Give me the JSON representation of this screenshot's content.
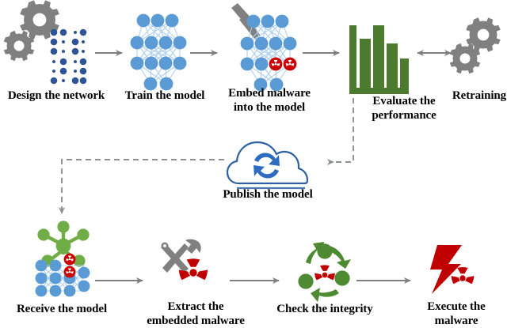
{
  "diagram": {
    "title": "Neural network malware embedding attack pipeline",
    "colors": {
      "node_blue": "#5B9BD5",
      "dark_blue": "#2E5496",
      "cloud_blue": "#2E5FA3",
      "cloud_arrow_blue": "#2F6CC0",
      "malware_red": "#C00000",
      "bright_red": "#CC0000",
      "gear_gray": "#808080",
      "tool_gray": "#808080",
      "bar_green": "#4C7A2E",
      "share_green": "#70AD47",
      "cycle_green": "#4E8A32",
      "arrow_gray": "#808080",
      "dashed_gray": "#8C9196",
      "text_black": "#000000"
    },
    "steps": [
      {
        "id": "design",
        "label": "Design the network",
        "icon": "gears-and-dot-matrix-icon"
      },
      {
        "id": "train",
        "label": "Train the model",
        "icon": "neural-network-icon"
      },
      {
        "id": "embed",
        "label": "Embed malware\ninto the model",
        "icon": "hammer-neural-network-malware-icon"
      },
      {
        "id": "evaluate",
        "label": "Evaluate the\nperformance",
        "icon": "bar-chart-icon"
      },
      {
        "id": "retrain",
        "label": "Retraining",
        "icon": "gears-icon"
      },
      {
        "id": "publish",
        "label": "Publish the model",
        "icon": "cloud-sync-icon"
      },
      {
        "id": "receive",
        "label": "Receive the model",
        "icon": "share-network-malware-model-icon"
      },
      {
        "id": "extract",
        "label": "Extract the\nembedded malware",
        "icon": "tools-radiation-icon"
      },
      {
        "id": "check",
        "label": "Check the integrity",
        "icon": "cycle-radiation-icon"
      },
      {
        "id": "execute",
        "label": "Execute the\nmalware",
        "icon": "lightning-radiation-icon"
      }
    ],
    "connections": [
      {
        "from": "design",
        "to": "train",
        "style": "solid",
        "direction": "right"
      },
      {
        "from": "train",
        "to": "embed",
        "style": "solid",
        "direction": "right"
      },
      {
        "from": "embed",
        "to": "evaluate",
        "style": "solid",
        "direction": "right"
      },
      {
        "from": "evaluate",
        "to": "retrain",
        "style": "solid",
        "direction": "both"
      },
      {
        "from": "evaluate",
        "to": "publish",
        "style": "dashed",
        "direction": "left"
      },
      {
        "from": "publish",
        "to": "receive",
        "style": "dashed",
        "direction": "down"
      },
      {
        "from": "receive",
        "to": "extract",
        "style": "solid",
        "direction": "right"
      },
      {
        "from": "extract",
        "to": "check",
        "style": "solid",
        "direction": "right"
      },
      {
        "from": "check",
        "to": "execute",
        "style": "solid",
        "direction": "right"
      }
    ],
    "network_structures": {
      "train_model_layers": [
        3,
        4,
        4,
        2
      ],
      "embed_model_layers": [
        3,
        4,
        4,
        2
      ],
      "embed_malware_nodes": 2,
      "receive_model_layers": [
        3,
        4,
        4,
        3
      ],
      "receive_malware_nodes": 2
    },
    "chart_data": {
      "type": "bar",
      "categories": [
        "1",
        "2",
        "3",
        "4"
      ],
      "values": [
        72,
        88,
        62,
        40
      ],
      "title": "",
      "xlabel": "",
      "ylabel": "",
      "ylim": [
        0,
        100
      ],
      "grid": false,
      "legend": "none",
      "series_color": "#4C7A2E"
    }
  }
}
